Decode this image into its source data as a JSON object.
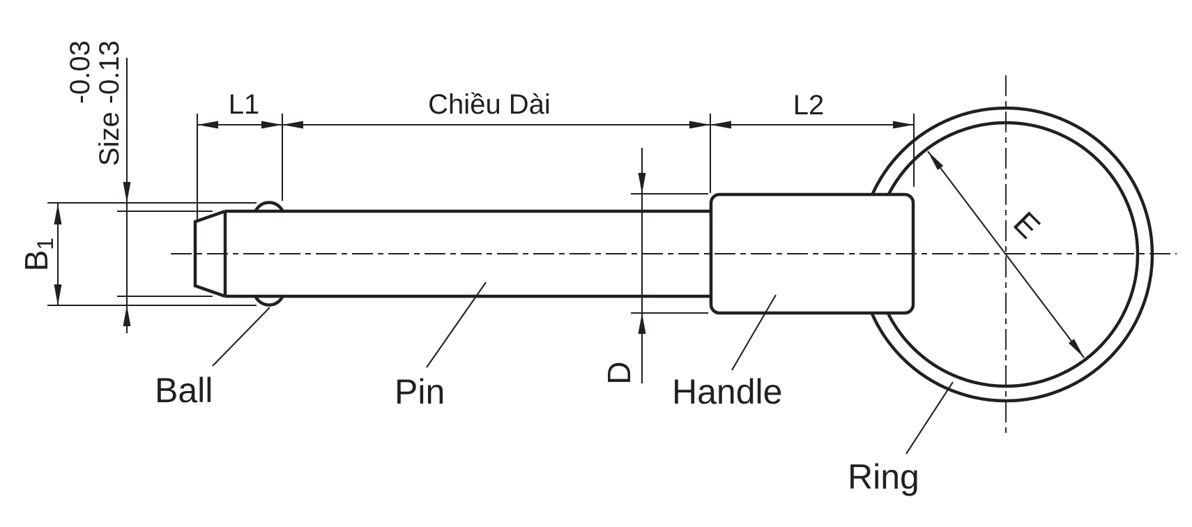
{
  "drawing": {
    "kind": "ball-lock-pin-technical-drawing",
    "colors": {
      "line": "#231f20",
      "background": "#ffffff"
    },
    "dimensions": {
      "l1": "L1",
      "length": "Chiều Dài",
      "l2": "L2",
      "size_tolerance_upper": "-0.03",
      "size_tolerance_lower": "Size -0.13",
      "b1_main": "B",
      "b1_sub": "1",
      "d": "D",
      "e": "E"
    },
    "part_labels": {
      "ball": "Ball",
      "pin": "Pin",
      "handle": "Handle",
      "ring": "Ring"
    }
  }
}
